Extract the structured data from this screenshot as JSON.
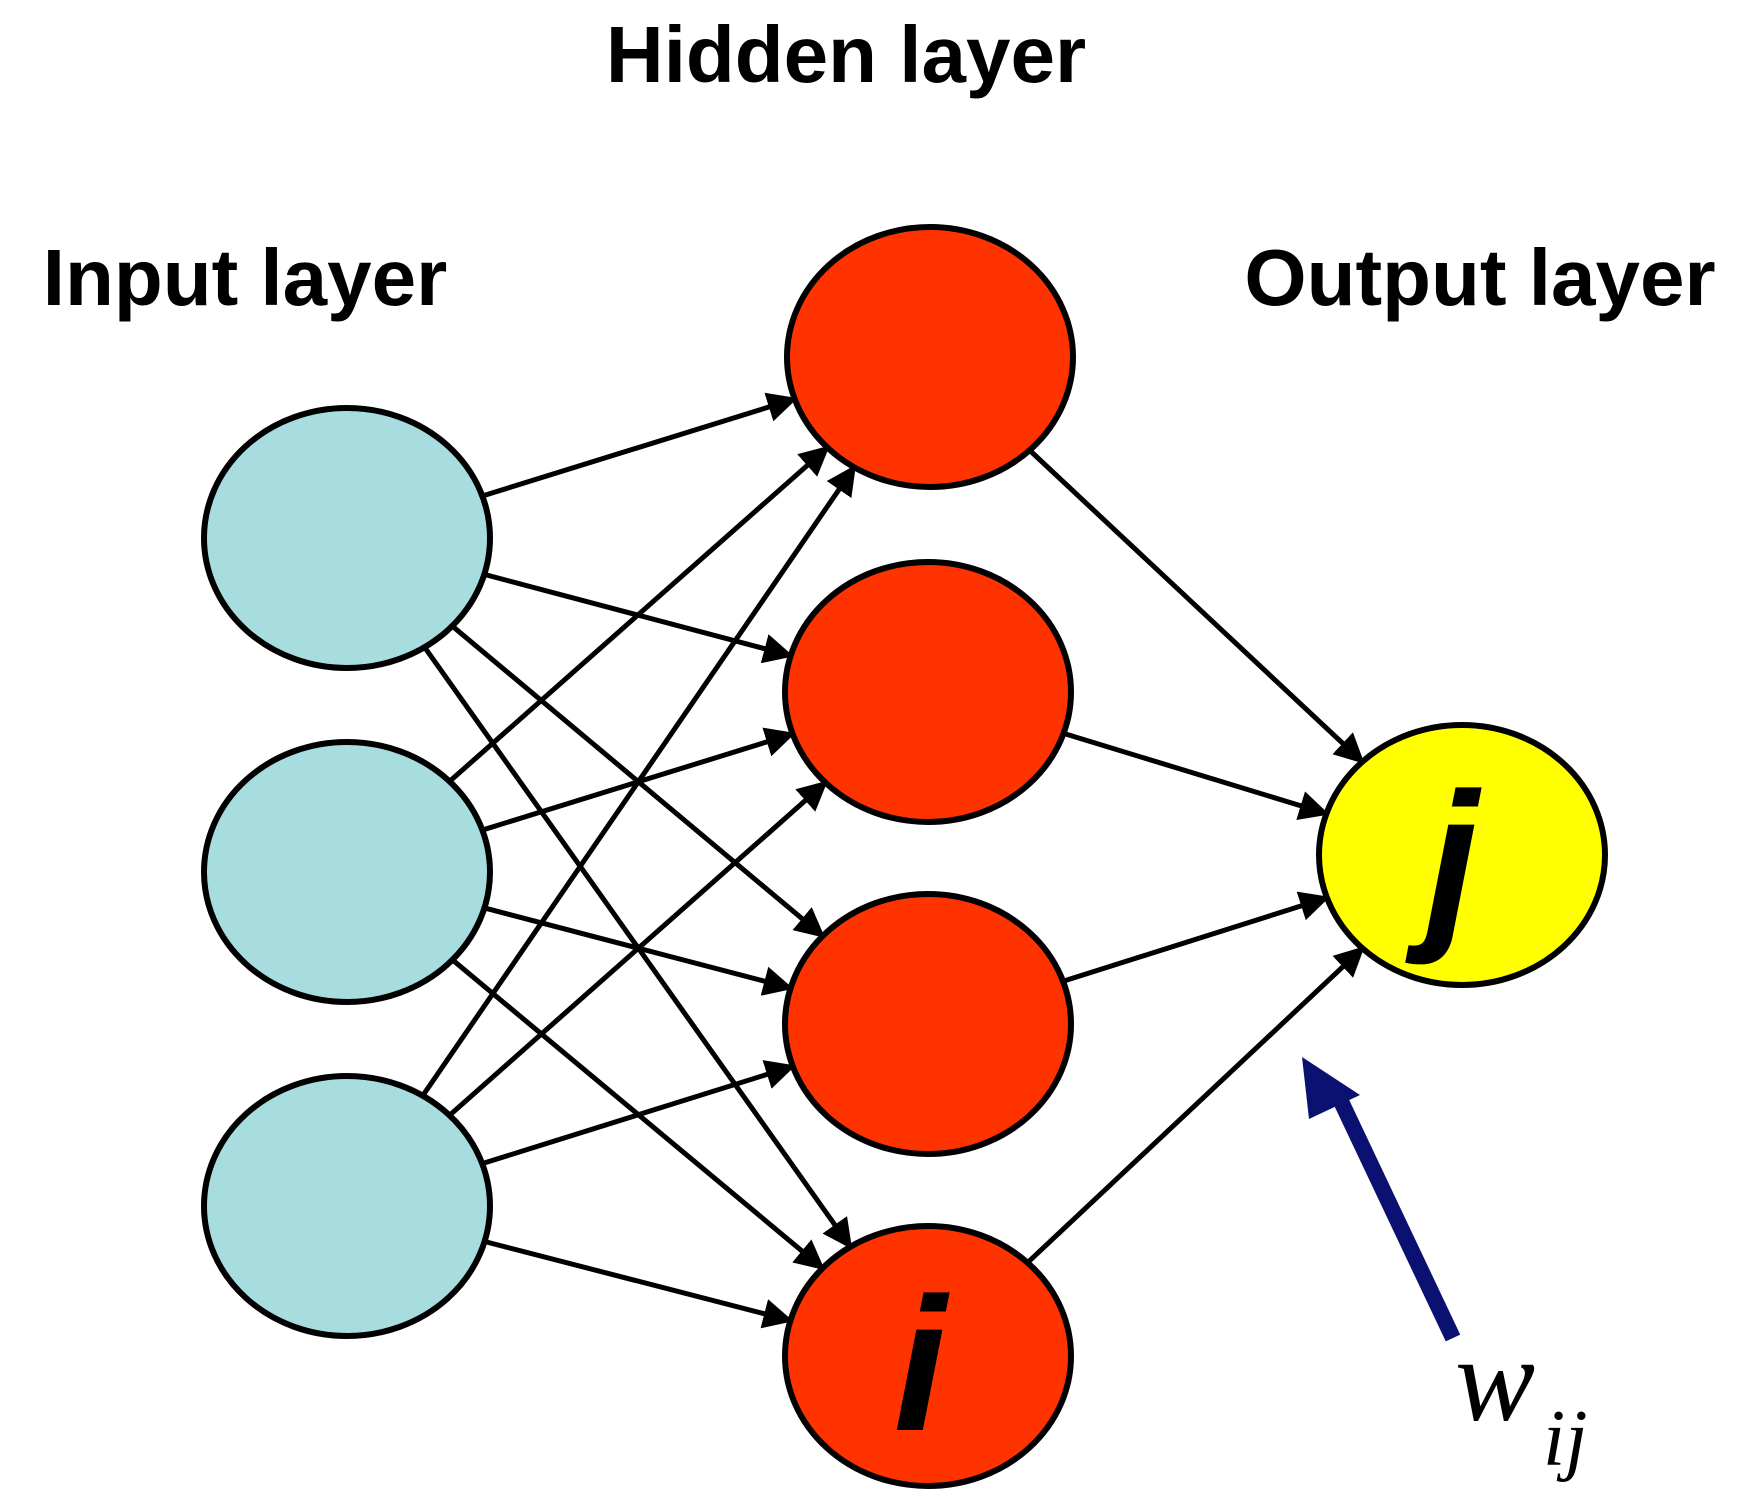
{
  "titles": {
    "hidden": "Hidden layer",
    "input": "Input layer",
    "output": "Output layer"
  },
  "node_labels": {
    "hidden_last": "i",
    "output": "j"
  },
  "weight_label": {
    "symbol": "w",
    "subscript": "ij"
  },
  "colors": {
    "input_node": "#A8DDE0",
    "hidden_node": "#FF3300",
    "output_node": "#FFFF00",
    "outline": "#000000",
    "connection": "#000000",
    "weight_arrow": "#0B1170"
  },
  "network": {
    "input_nodes": 3,
    "hidden_nodes": 4,
    "output_nodes": 1
  }
}
